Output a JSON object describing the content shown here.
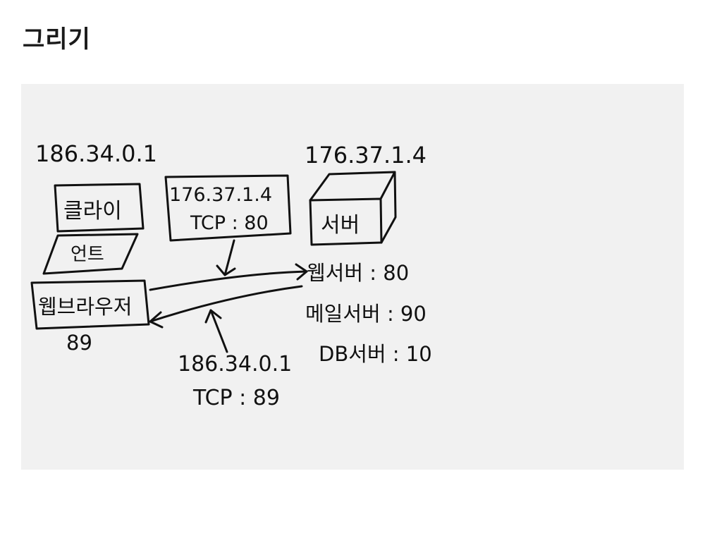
{
  "page": {
    "title": "그리기"
  },
  "diagram": {
    "client_ip": "186.34.0.1",
    "client_box_label_line1": "클라이",
    "client_box_label_line2": "언트",
    "browser_label": "웹브라우저",
    "browser_port": "89",
    "request_packet": {
      "ip": "176.37.1.4",
      "proto": "TCP : 80"
    },
    "response_packet": {
      "ip": "186.34.0.1",
      "proto": "TCP : 89"
    },
    "server_ip": "176.37.1.4",
    "server_label": "서버",
    "services": [
      "웹서버 : 80",
      "메일서버 : 90",
      "DB서버 : 10"
    ]
  }
}
